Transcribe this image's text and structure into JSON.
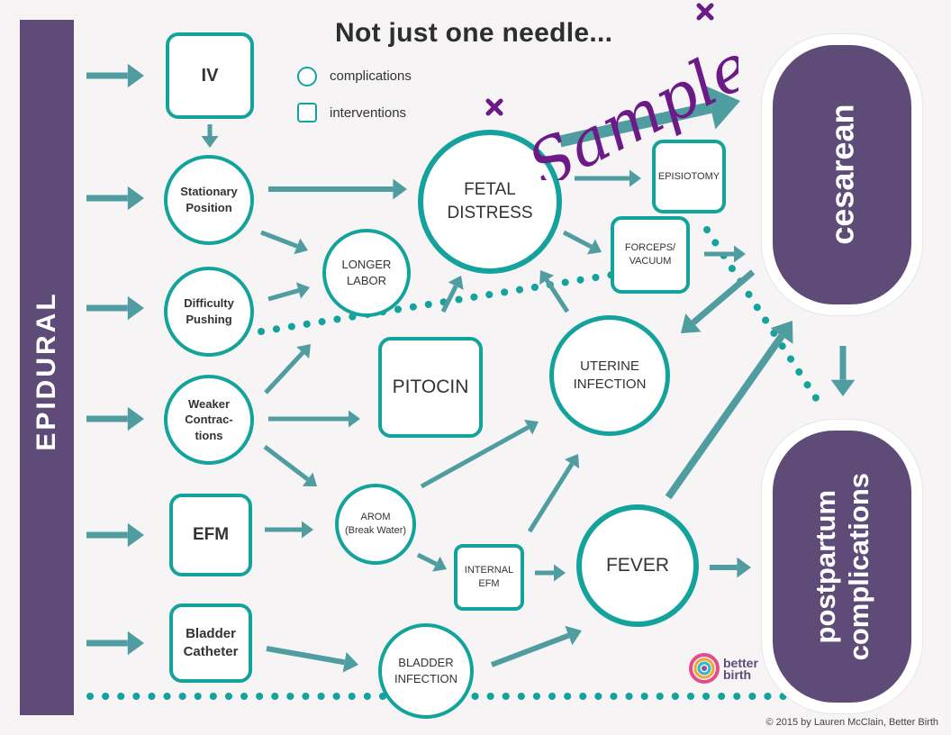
{
  "title": "Not just one needle...",
  "watermark": "Sample",
  "epidural_label": "EPIDURAL",
  "legend": {
    "complications": "complications",
    "interventions": "interventions"
  },
  "nodes": {
    "iv": "IV",
    "stationary_position": "Stationary Position",
    "difficulty_pushing": "Difficulty Pushing",
    "weaker_contractions": "Weaker Contrac-tions",
    "efm": "EFM",
    "bladder_catheter": "Bladder Catheter",
    "longer_labor": "LONGER LABOR",
    "pitocin": "PITOCIN",
    "arom_line1": "AROM",
    "arom_line2": "(Break Water)",
    "bladder_infection": "BLADDER INFECTION",
    "internal_efm": "INTERNAL EFM",
    "fetal_distress": "FETAL DISTRESS",
    "uterine_infection": "UTERINE INFECTION",
    "fever": "FEVER",
    "episiotomy": "EPISIOTOMY",
    "forceps_vacuum": "FORCEPS/ VACUUM"
  },
  "outcomes": {
    "cesarean": "cesarean",
    "postpartum_line1": "postpartum",
    "postpartum_line2": "complications"
  },
  "logo": {
    "line1": "better",
    "line2": "birth"
  },
  "credit": "© 2015 by Lauren McClain, Better Birth",
  "colors": {
    "teal": "#14a39c",
    "arrow": "#4f9da0",
    "purple": "#5f4b78",
    "watermark": "#6b1a86",
    "background": "#f6f4f5"
  }
}
